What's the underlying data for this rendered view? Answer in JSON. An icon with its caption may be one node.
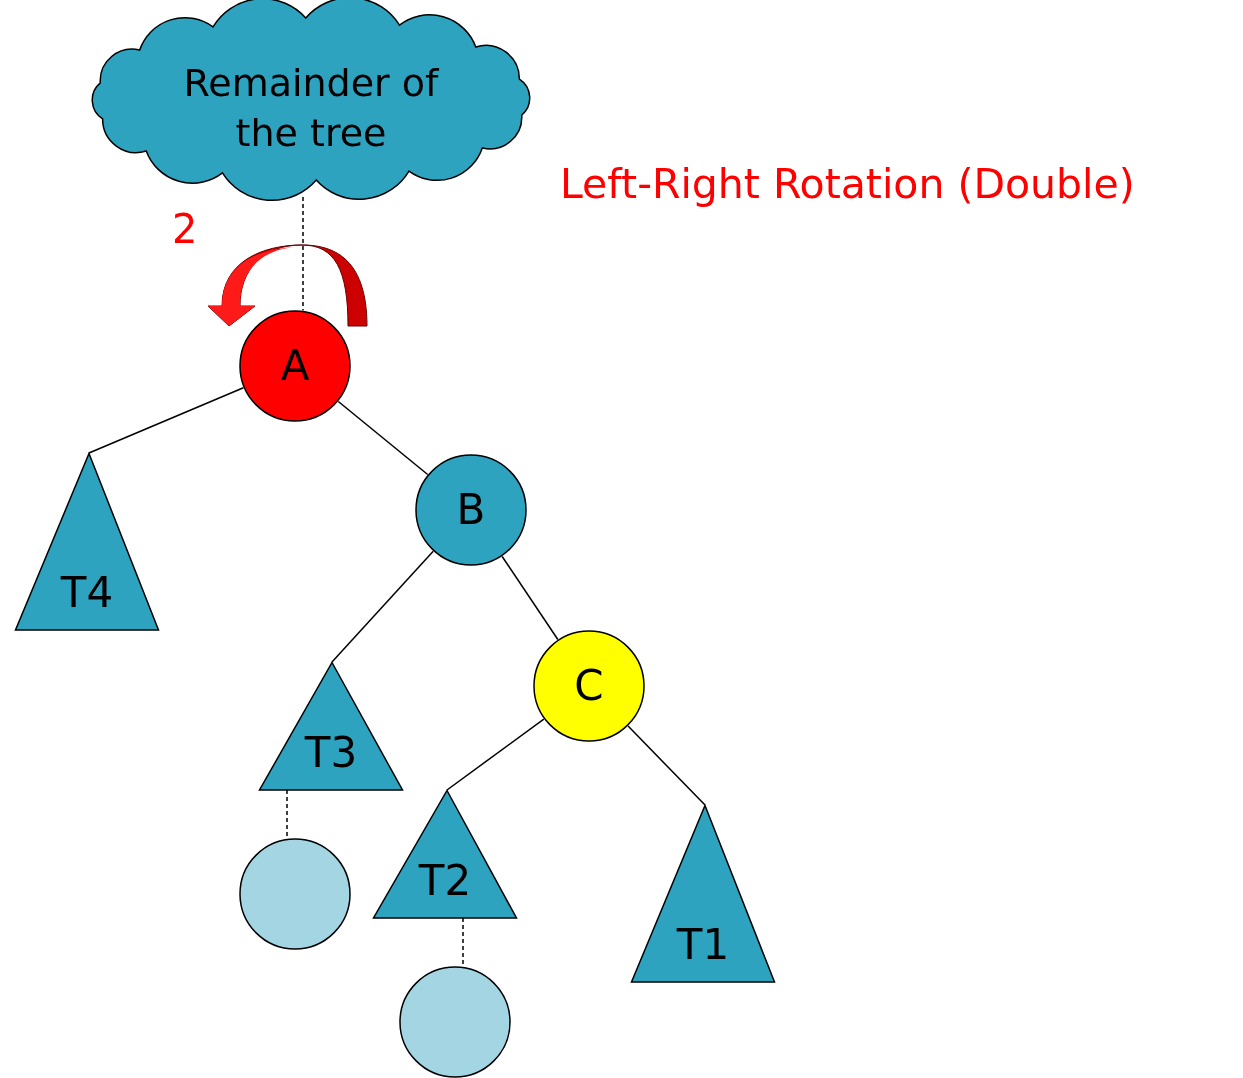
{
  "diagram": {
    "title": "Left-Right Rotation (Double)",
    "nodes": [
      {
        "text": [
          "Remainder of the tree"
        ]
      },
      {
        "text": [
          "A"
        ]
      },
      {
        "text": [
          "T4"
        ]
      },
      {
        "text": [
          "B"
        ]
      },
      {
        "text": [
          "T3"
        ]
      },
      {
        "text": [
          "C"
        ]
      },
      {
        "text": [],
        "shape": "circle"
      },
      {
        "text": [
          "T2"
        ]
      },
      {
        "text": [
          "T1"
        ]
      },
      {
        "text": [],
        "shape": "circle"
      }
    ],
    "edges": [
      {
        "from": 0,
        "to": 1,
        "arrow": "none",
        "style": "dashed"
      },
      {
        "from": 1,
        "to": 2,
        "arrow": "none"
      },
      {
        "from": 1,
        "to": 3,
        "arrow": "none"
      },
      {
        "from": 3,
        "to": 4,
        "arrow": "none"
      },
      {
        "from": 3,
        "to": 5,
        "arrow": "none"
      },
      {
        "from": 4,
        "to": 6,
        "arrow": "none",
        "style": "dashed"
      },
      {
        "from": 5,
        "to": 7,
        "arrow": "none"
      },
      {
        "from": 5,
        "to": 8,
        "arrow": "none"
      },
      {
        "from": 7,
        "to": 9,
        "arrow": "none",
        "style": "dashed"
      }
    ],
    "labels": [
      "2"
    ]
  }
}
